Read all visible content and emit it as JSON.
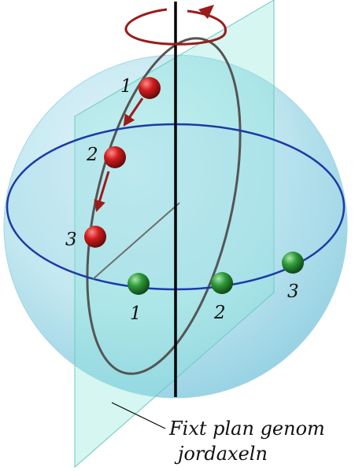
{
  "caption": {
    "line1": "Fixt plan genom",
    "line2": "jordaxeln"
  },
  "red_points": [
    {
      "label": "1"
    },
    {
      "label": "2"
    },
    {
      "label": "3"
    }
  ],
  "green_points": [
    {
      "label": "1"
    },
    {
      "label": "2"
    },
    {
      "label": "3"
    }
  ],
  "colors": {
    "sphere": "#bfe6f0",
    "equator": "#1d3aa8",
    "plane": "#7fe3d8",
    "rotation_arrow": "#9b1b1b",
    "red_point": "#d01c1c",
    "green_point": "#2e9a3a",
    "axis": "#000000",
    "meridian": "#555555"
  }
}
